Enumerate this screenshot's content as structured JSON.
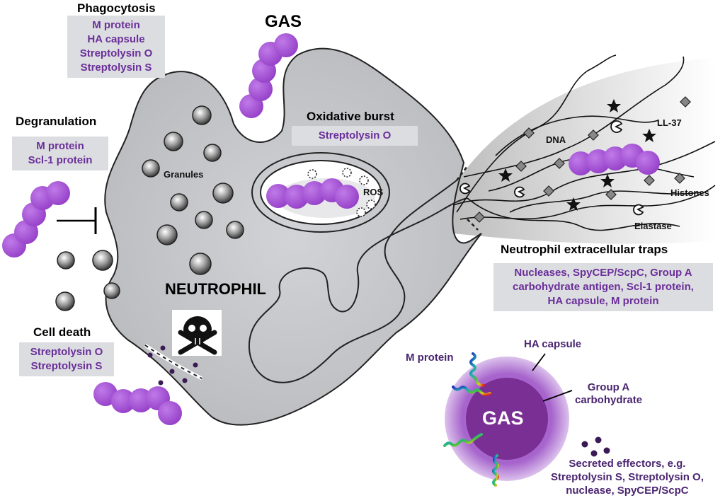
{
  "phagocytosis": {
    "title": "Phagocytosis",
    "items": [
      "M protein",
      "HA capsule",
      "Streptolysin O",
      "Streptolysin S"
    ]
  },
  "gas_top": "GAS",
  "degranulation": {
    "title": "Degranulation",
    "items": [
      "M protein",
      "Scl-1 protein"
    ]
  },
  "oxidative_burst": {
    "title": "Oxidative burst",
    "items": [
      "Streptolysin O"
    ]
  },
  "cell_death": {
    "title": "Cell death",
    "items": [
      "Streptolysin O",
      "Streptolysin S"
    ]
  },
  "net": {
    "title": "Neutrophil extracellular traps",
    "items": [
      "Nucleases, SpyCEP/ScpC, Group A",
      "carbohydrate antigen, Scl-1 protein,",
      "HA capsule, M protein"
    ]
  },
  "labels": {
    "granules": "Granules",
    "ros": "ROS",
    "neutrophil": "NEUTROPHIL",
    "dna": "DNA",
    "ll37": "LL-37",
    "histones": "Histones",
    "elastase": "Elastase"
  },
  "gas_cell": {
    "center": "GAS",
    "m_protein": "M protein",
    "ha_capsule": "HA capsule",
    "group_a": [
      "Group A",
      "carbohydrate"
    ],
    "secreted": [
      "Secreted effectors, e.g.",
      "Streptolysin S, Streptolysin O,",
      "nuclease, SpyCEP/ScpC"
    ]
  },
  "colors": {
    "text_purple": "#6a2f9a",
    "box_gray": "#dcdde0",
    "bacteria": "#a050d0",
    "neutrophil_fill": "#c8c9cc",
    "gas_core": "#7a2f95",
    "gas_capsule": "#c9a0dd"
  },
  "icons": [
    "skull-crossbones-icon",
    "inhibition-bar-icon",
    "star-icon",
    "diamond-icon",
    "pacman-icon"
  ]
}
